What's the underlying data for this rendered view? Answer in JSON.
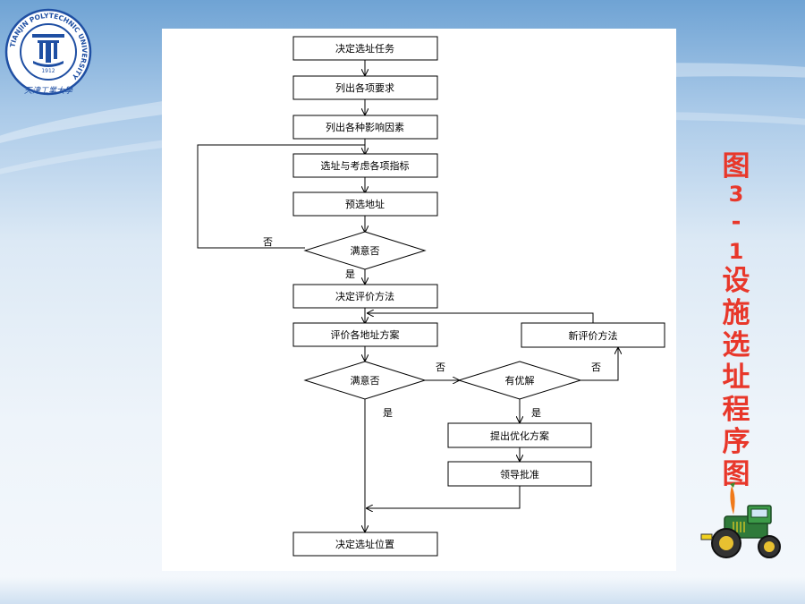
{
  "logo": {
    "ring_text": "TIANJIN POLYTECHNIC UNIVERSITY",
    "year": "1912",
    "script_text": "天津工業大學"
  },
  "title": {
    "chars": [
      "图",
      "3",
      "-",
      "1",
      "设",
      "施",
      "选",
      "址",
      "程",
      "序",
      "图"
    ]
  },
  "flow": {
    "n1": "决定选址任务",
    "n2": "列出各项要求",
    "n3": "列出各种影响因素",
    "n4": "选址与考虑各项指标",
    "n5": "预选地址",
    "d1": "满意否",
    "n6": "决定评价方法",
    "n7": "评价各地址方案",
    "n8": "新评价方法",
    "d2": "满意否",
    "d3": "有优解",
    "n9": "提出优化方案",
    "n10": "领导批准",
    "n11": "决定选址位置",
    "lbl_no1": "否",
    "lbl_yes1": "是",
    "lbl_no2": "否",
    "lbl_yes2": "是",
    "lbl_no3": "否",
    "lbl_yes3": "是"
  },
  "colors": {
    "title": "#e8372a",
    "background_top": "#6fa3d4",
    "logo_blue": "#1f4fa3"
  }
}
